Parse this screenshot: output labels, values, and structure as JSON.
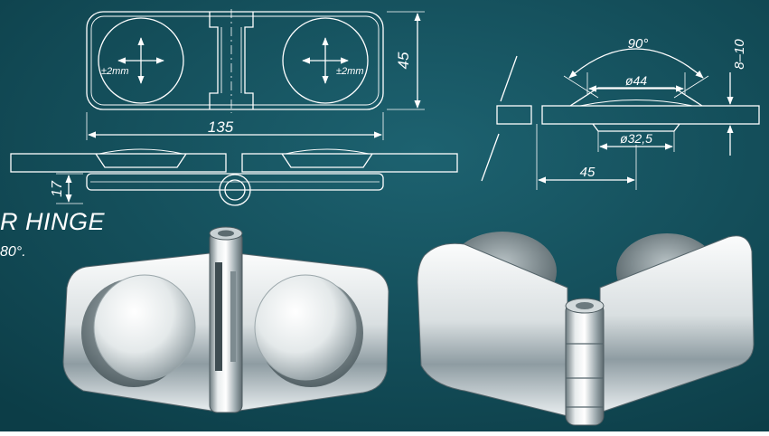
{
  "heading": "R HINGE",
  "subheading": "80°.",
  "drawing_left": {
    "tolerance_left": "±2mm",
    "tolerance_right": "±2mm",
    "dim_width": "135",
    "dim_height": "45",
    "dim_thickness": "17"
  },
  "drawing_right": {
    "angle": "90°",
    "diameter_outer": "ø44",
    "diameter_inner": "ø32,5",
    "glass_range": "8–10",
    "offset": "45"
  },
  "colors": {
    "background_dark": "#0f4650",
    "background_light": "#1d6270",
    "line": "#ffffff",
    "chrome_light": "#f2f4f5",
    "chrome_dark": "#7b8a90"
  }
}
